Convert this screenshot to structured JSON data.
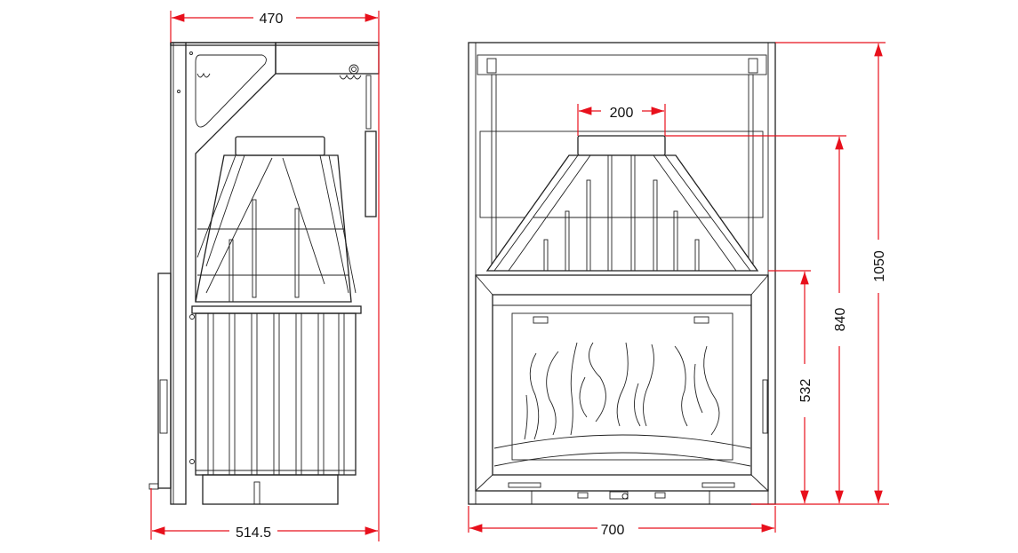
{
  "dimensions": {
    "side_top_width": "470",
    "side_bottom_width": "514.5",
    "front_width": "700",
    "flue_diameter": "200",
    "total_height": "1050",
    "flue_height": "840",
    "door_height": "532"
  },
  "colors": {
    "dimension_line": "#e8101c",
    "drawing_line": "#222222"
  }
}
